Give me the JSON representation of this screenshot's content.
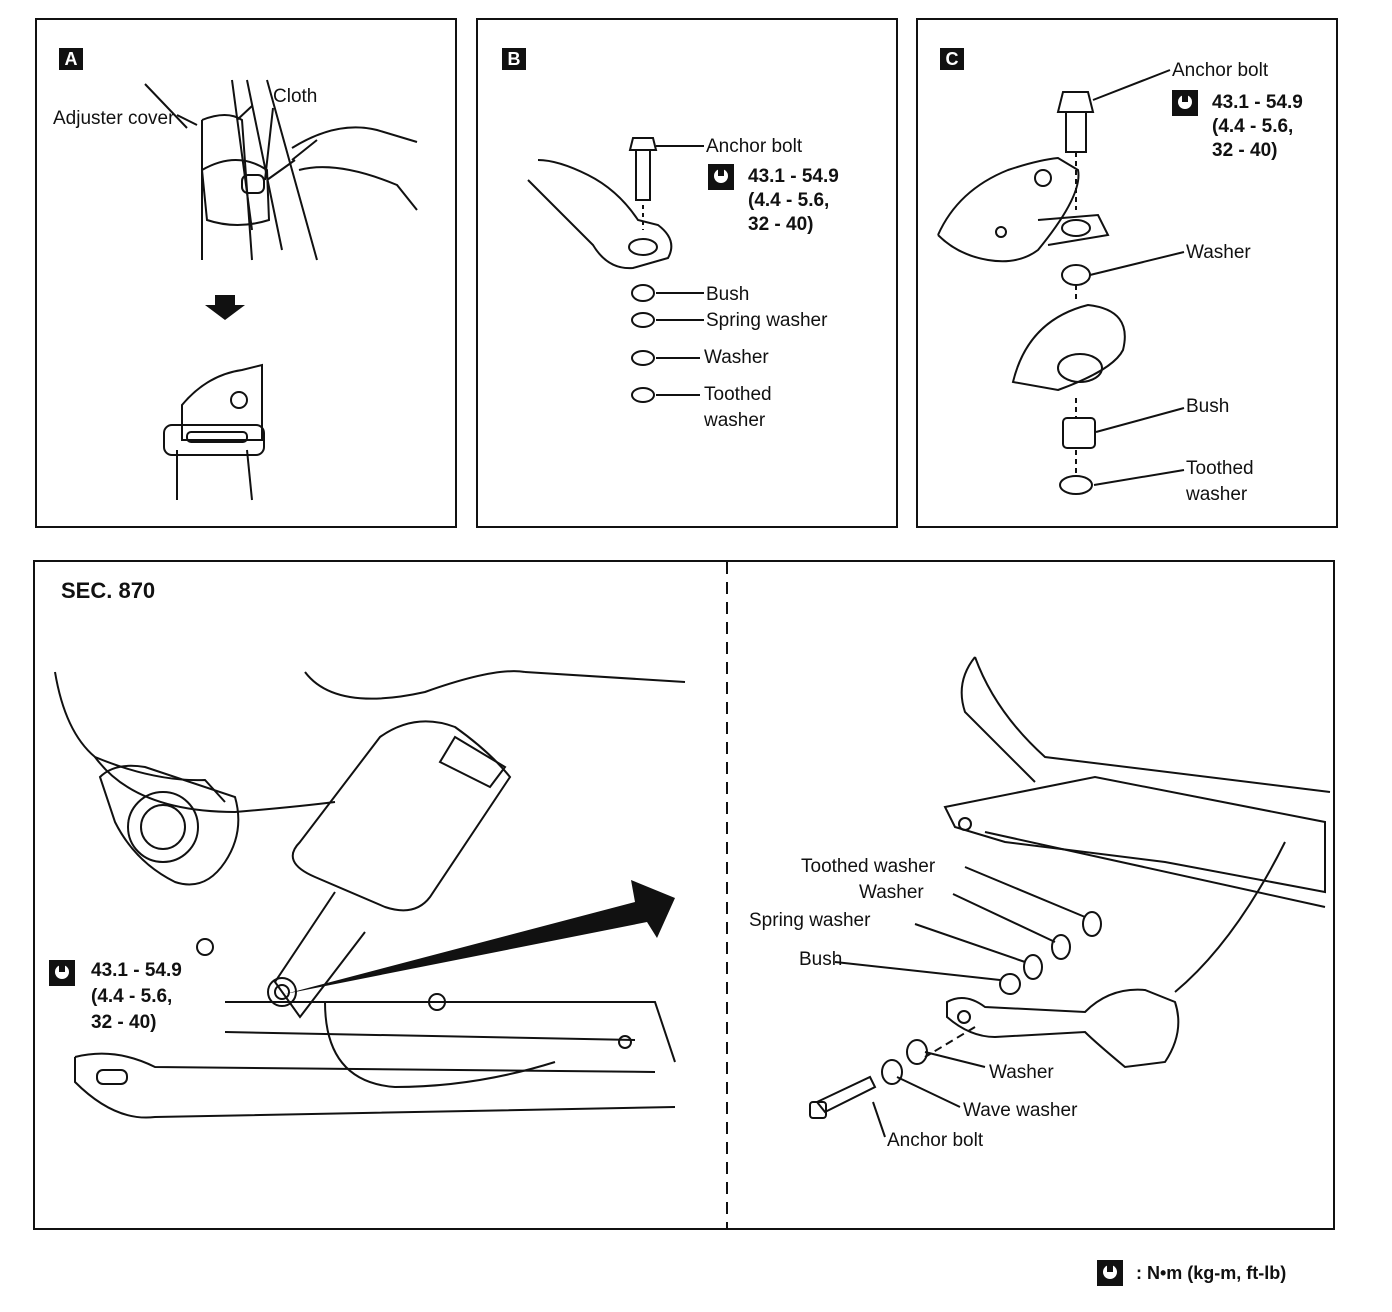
{
  "panel_a": {
    "tag": "A",
    "labels": {
      "adjuster_cover": "Adjuster cover",
      "cloth": "Cloth"
    }
  },
  "panel_b": {
    "tag": "B",
    "labels": {
      "anchor_bolt": "Anchor bolt",
      "torque_line1": "43.1 - 54.9",
      "torque_line2": "(4.4 - 5.6,",
      "torque_line3": "32 - 40)",
      "bush": "Bush",
      "spring_washer": "Spring washer",
      "washer": "Washer",
      "toothed_line1": "Toothed",
      "toothed_line2": "washer"
    }
  },
  "panel_c": {
    "tag": "C",
    "labels": {
      "anchor_bolt": "Anchor bolt",
      "torque_line1": "43.1 - 54.9",
      "torque_line2": "(4.4 - 5.6,",
      "torque_line3": "32 - 40)",
      "washer": "Washer",
      "bush": "Bush",
      "toothed_line1": "Toothed",
      "toothed_line2": "washer"
    }
  },
  "bottom_left": {
    "section": "SEC. 870",
    "torque_line1": "43.1 - 54.9",
    "torque_line2": "(4.4 - 5.6,",
    "torque_line3": "32 - 40)"
  },
  "bottom_right": {
    "labels": {
      "toothed_washer": "Toothed washer",
      "washer_top": "Washer",
      "spring_washer": "Spring washer",
      "bush": "Bush",
      "washer_bottom": "Washer",
      "wave_washer": "Wave washer",
      "anchor_bolt": "Anchor bolt"
    }
  },
  "legend": {
    "text": ": N•m (kg-m, ft-lb)"
  }
}
